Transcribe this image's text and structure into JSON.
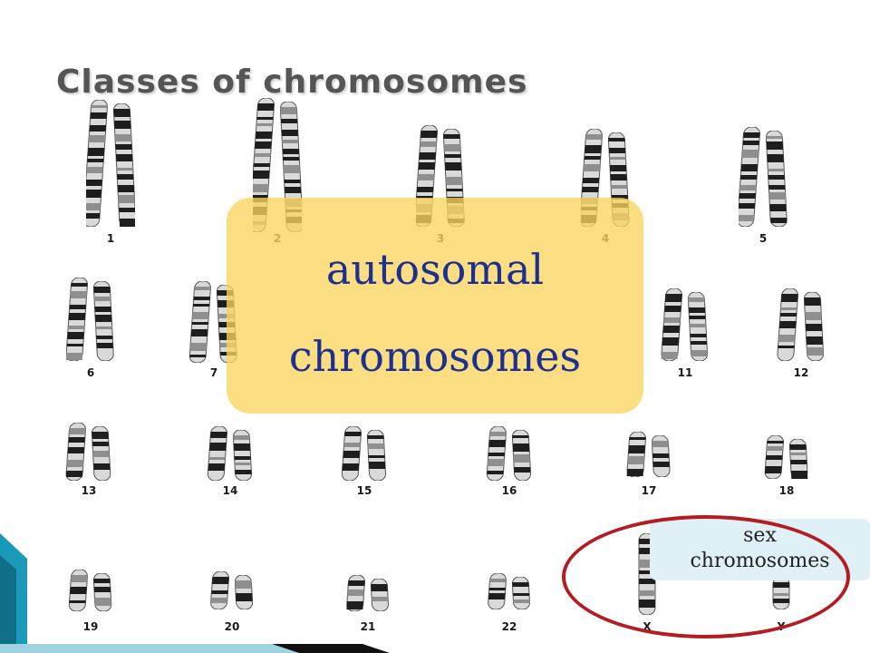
{
  "slide": {
    "title": "Classes of chromosomes"
  },
  "karyotype": {
    "labels": [
      "1",
      "2",
      "3",
      "4",
      "5",
      "6",
      "7",
      "11",
      "12",
      "13",
      "14",
      "15",
      "16",
      "17",
      "18",
      "19",
      "20",
      "21",
      "22",
      "X",
      "Y"
    ]
  },
  "autosomal_callout": {
    "line1": "autosomal",
    "line2": "chromosomes",
    "color": "#fad55f"
  },
  "sex_callout": {
    "line1": "sex",
    "line2": "chromosomes",
    "outline_color": "#b51c22"
  }
}
